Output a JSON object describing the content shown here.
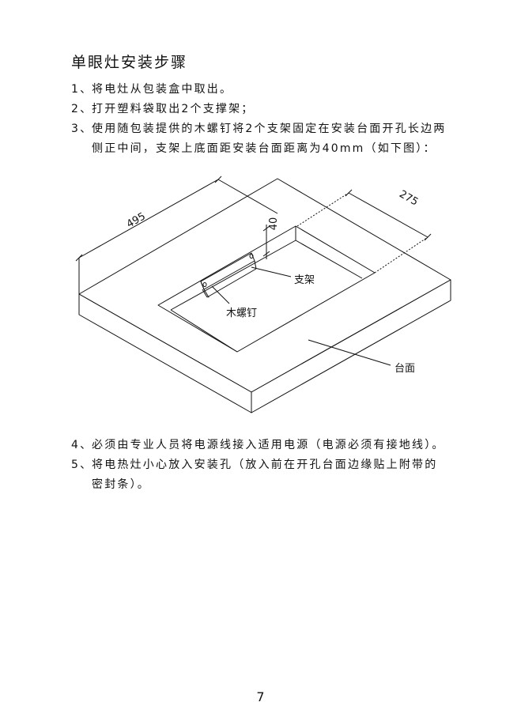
{
  "page": {
    "title": "单眼灶安装步骤",
    "page_number": "7"
  },
  "steps": [
    {
      "num": "1、",
      "lines": [
        "将电灶从包装盒中取出。"
      ]
    },
    {
      "num": "2、",
      "lines": [
        "打开塑料袋取出2个支撑架；"
      ]
    },
    {
      "num": "3、",
      "lines": [
        "使用随包装提供的木螺钉将2个支架固定在安装台面开孔长边两",
        "侧正中间，支架上底面距安装台面距离为40mm（如下图）："
      ]
    },
    {
      "num": "4、",
      "lines": [
        "必须由专业人员将电源线接入适用电源（电源必须有接地线）。"
      ]
    },
    {
      "num": "5、",
      "lines": [
        "将电热灶小心放入安装孔（放入前在开孔台面边缘贴上附带的",
        "密封条）。"
      ]
    }
  ],
  "diagram": {
    "dim_length": "495",
    "dim_width": "275",
    "dim_height": "40",
    "label_bracket": "支架",
    "label_screw": "木螺钉",
    "label_countertop": "台面"
  }
}
